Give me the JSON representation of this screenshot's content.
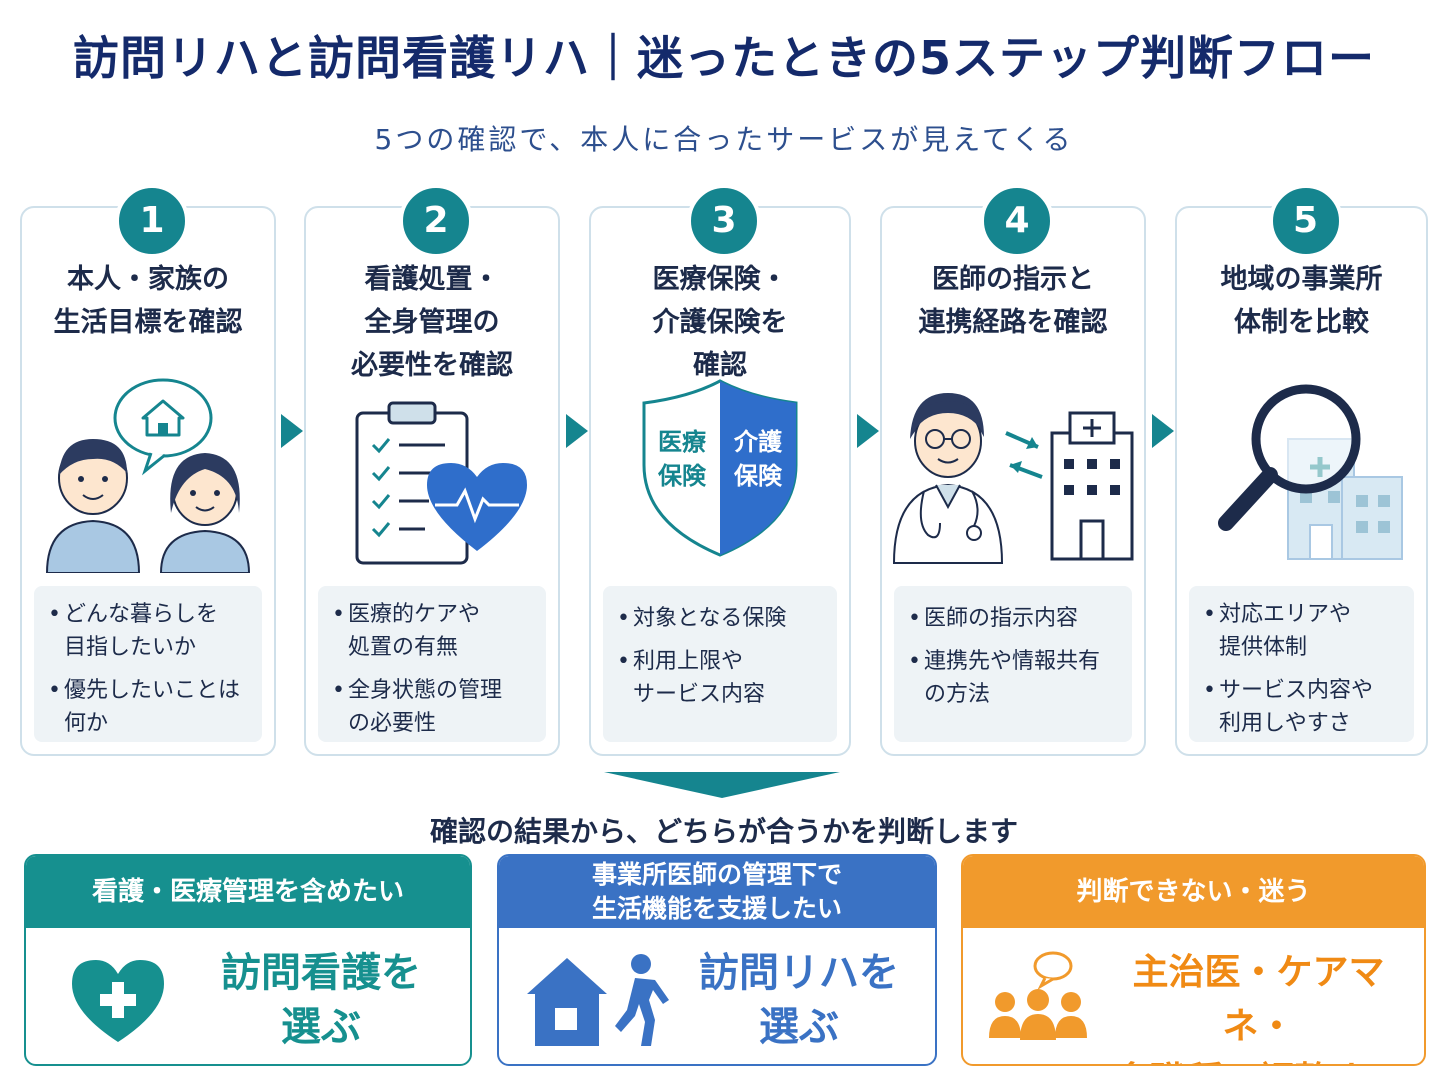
{
  "header": {
    "title": "訪問リハと訪問看護リハ｜迷ったときの5ステップ判断フロー",
    "subtitle": "5つの確認で、本人に合ったサービスが見えてくる"
  },
  "steps": [
    {
      "number": "1",
      "title": "本人・家族の\n生活目標を確認",
      "bullets": [
        "どんな暮らしを\n目指したいか",
        "優先したいことは\n何か"
      ]
    },
    {
      "number": "2",
      "title": "看護処置・\n全身管理の\n必要性を確認",
      "bullets": [
        "医療的ケアや\n処置の有無",
        "全身状態の管理\nの必要性"
      ]
    },
    {
      "number": "3",
      "title": "医療保険・\n介護保険を\n確認",
      "shield_left": "医療\n保険",
      "shield_right": "介護\n保険",
      "bullets": [
        "対象となる保険",
        "利用上限や\nサービス内容"
      ]
    },
    {
      "number": "4",
      "title": "医師の指示と\n連携経路を確認",
      "bullets": [
        "医師の指示内容",
        "連携先や情報共有\nの方法"
      ]
    },
    {
      "number": "5",
      "title": "地域の事業所\n体制を比較",
      "bullets": [
        "対応エリアや\n提供体制",
        "サービス内容や\n利用しやすさ"
      ]
    }
  ],
  "result_text": "確認の結果から、どちらが合うかを判断します",
  "options": [
    {
      "header": "看護・医療管理を含めたい",
      "choice": "訪問看護を\n選ぶ",
      "color": "#16908f"
    },
    {
      "header": "事業所医師の管理下で\n生活機能を支援したい",
      "choice": "訪問リハを\n選ぶ",
      "color": "#3a72c4"
    },
    {
      "header": "判断できない・迷う",
      "choice": "主治医・ケアマネ・\n多職種で調整する",
      "color": "#f19a2c"
    }
  ],
  "colors": {
    "teal": "#15858f",
    "navy": "#142a6b",
    "blue": "#3a72c4",
    "orange": "#f19a2c"
  }
}
